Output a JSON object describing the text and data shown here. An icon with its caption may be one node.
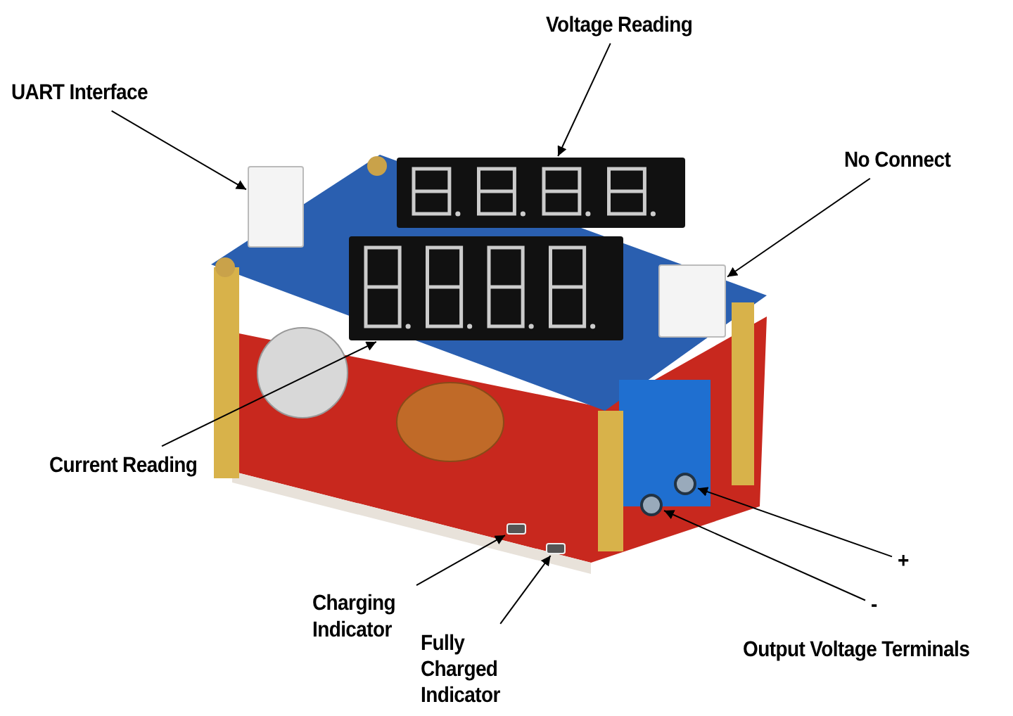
{
  "diagram": {
    "nodes": [
      {
        "text": [
          "UART Interface"
        ]
      },
      {
        "text": [
          "Voltage Reading"
        ]
      },
      {
        "text": [
          "No Connect"
        ]
      },
      {
        "text": [
          "Current Reading"
        ]
      },
      {
        "text": [
          "Charging Indicator"
        ]
      },
      {
        "text": [
          "Fully Charged Indicator"
        ]
      },
      {
        "text": [
          "+"
        ]
      },
      {
        "text": [
          "-"
        ]
      },
      {
        "text": [],
        "shape": "box"
      },
      {
        "text": [],
        "shape": "box"
      },
      {
        "text": [],
        "shape": "box"
      },
      {
        "text": [],
        "shape": "box"
      },
      {
        "text": [],
        "shape": "box"
      },
      {
        "text": [],
        "shape": "box"
      },
      {
        "text": [],
        "shape": "circle"
      },
      {
        "text": [],
        "shape": "circle"
      }
    ],
    "edges": [
      {
        "from": 0,
        "to": 8,
        "arrow": "to"
      },
      {
        "from": 1,
        "to": 9,
        "arrow": "to"
      },
      {
        "from": 2,
        "to": 10,
        "arrow": "to"
      },
      {
        "from": 3,
        "to": 11,
        "arrow": "to"
      },
      {
        "from": 4,
        "to": 12,
        "arrow": "to"
      },
      {
        "from": 5,
        "to": 13,
        "arrow": "to"
      },
      {
        "from": 6,
        "to": 14,
        "arrow": "to"
      },
      {
        "from": 7,
        "to": 15,
        "arrow": "to"
      }
    ],
    "labels": [
      "Output Voltage Terminals"
    ]
  }
}
